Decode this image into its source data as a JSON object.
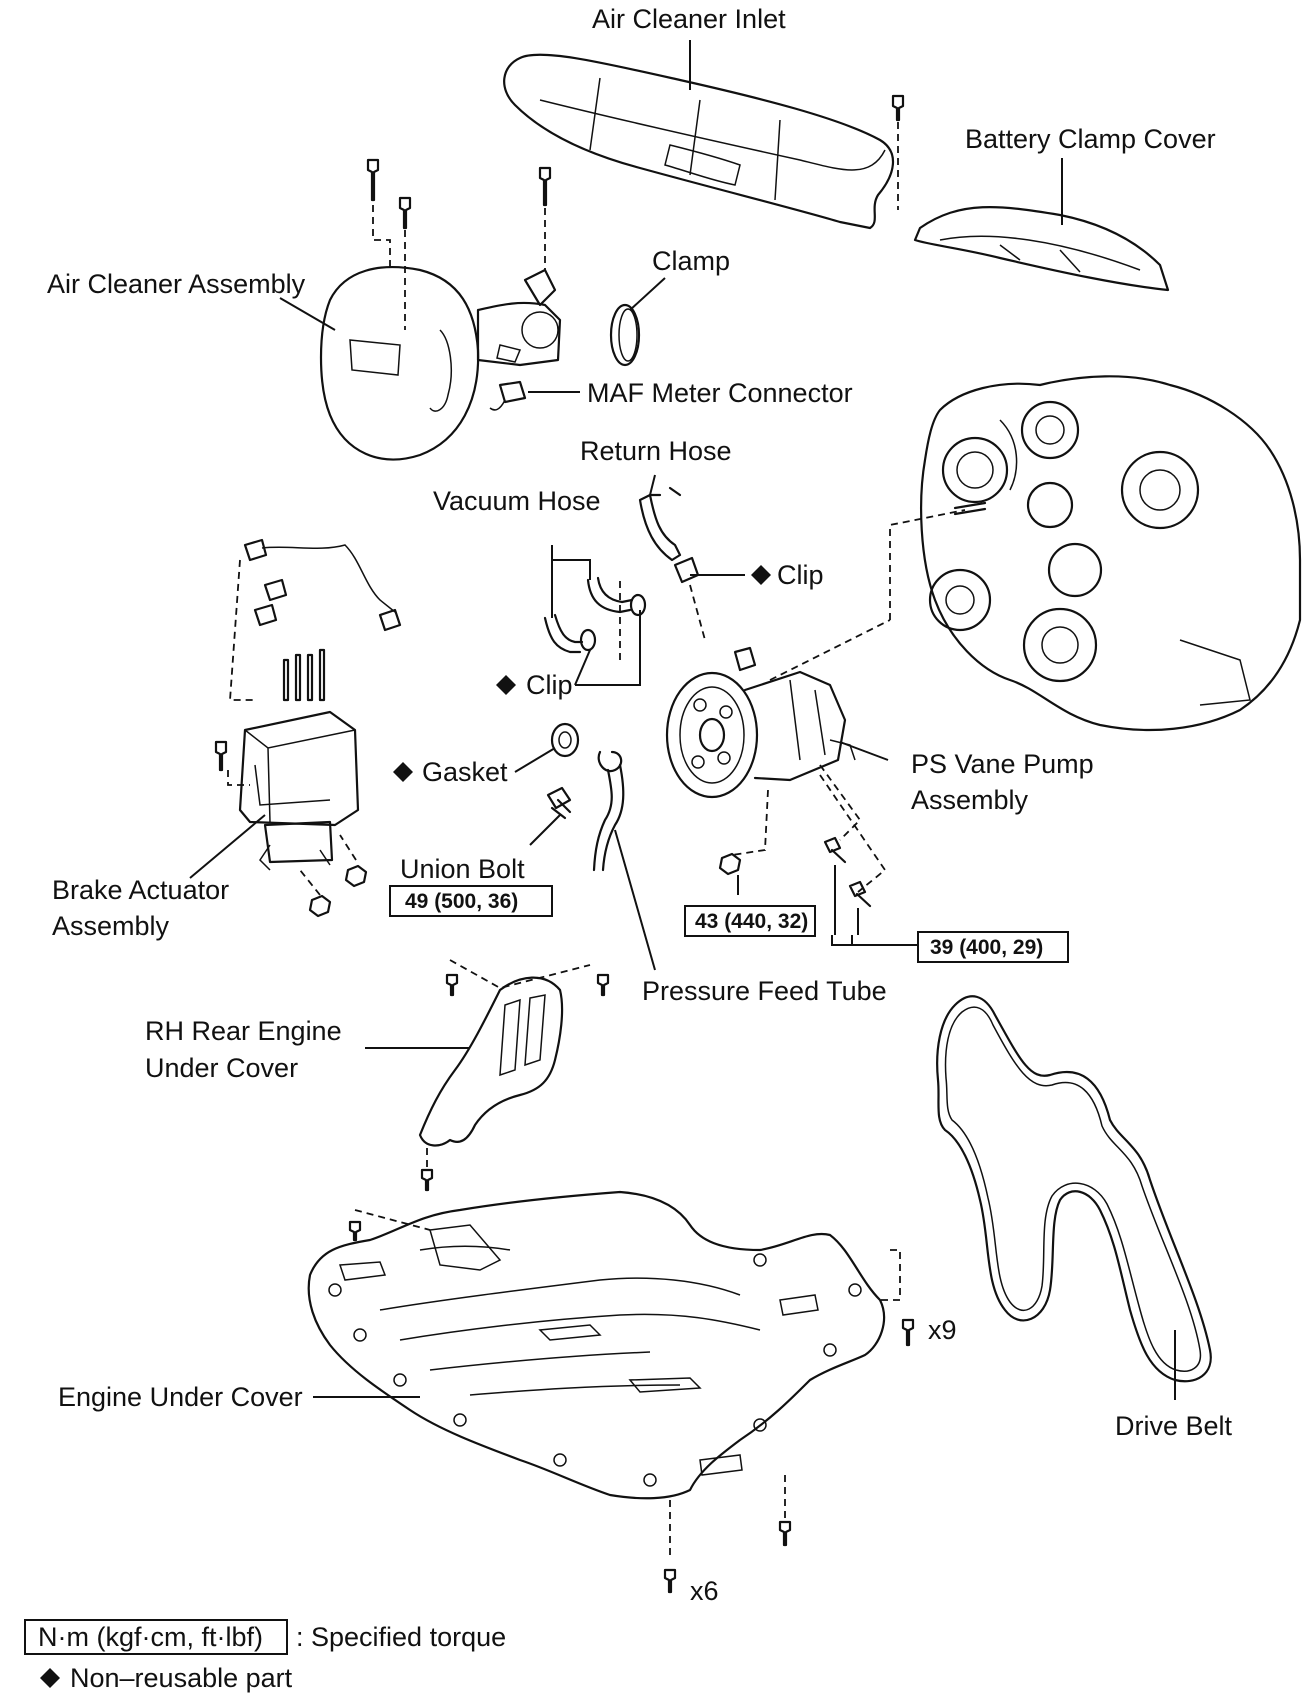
{
  "labels": {
    "air_cleaner_inlet": "Air Cleaner Inlet",
    "battery_clamp_cover": "Battery Clamp Cover",
    "clamp": "Clamp",
    "air_cleaner_assembly": "Air Cleaner Assembly",
    "maf_meter_connector": "MAF Meter Connector",
    "return_hose": "Return Hose",
    "vacuum_hose": "Vacuum Hose",
    "clip_upper": "Clip",
    "clip_lower": "Clip",
    "gasket": "Gasket",
    "ps_vane_pump_line1": "PS Vane Pump",
    "ps_vane_pump_line2": "Assembly",
    "brake_actuator_line1": "Brake Actuator",
    "brake_actuator_line2": "Assembly",
    "union_bolt": "Union Bolt",
    "pressure_feed_tube": "Pressure Feed Tube",
    "rh_rear_cover_line1": "RH Rear Engine",
    "rh_rear_cover_line2": "Under Cover",
    "engine_under_cover": "Engine Under Cover",
    "drive_belt": "Drive Belt"
  },
  "quantities": {
    "bolts_x9": "x9",
    "bolts_x6": "x6"
  },
  "torque_specs": {
    "union_bolt": "49 (500, 36)",
    "pump_nut": "43 (440, 32)",
    "pump_bolts": "39 (400, 29)"
  },
  "legend": {
    "torque_box": "N·m (kgf·cm, ft·lbf)",
    "torque_desc": ": Specified torque",
    "nonreusable": "Non–reusable part"
  },
  "icons": [
    "non-reusable-diamond-icon",
    "bolt-icon",
    "nut-icon"
  ]
}
